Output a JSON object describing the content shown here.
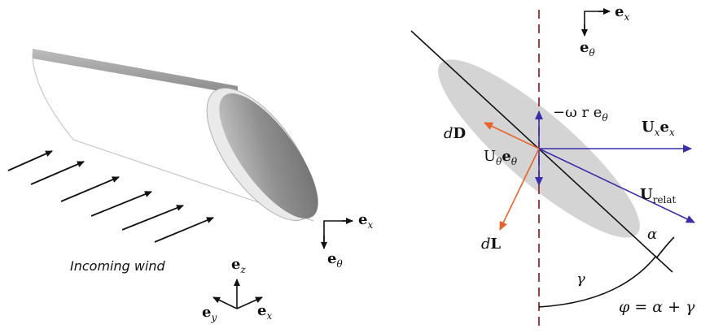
{
  "left_panel": {
    "caption": "Incoming wind",
    "blade_axes": {
      "ex": "e",
      "ex_sub": "x",
      "etheta": "e",
      "etheta_sub": "θ"
    },
    "global_axes": {
      "ez": "e",
      "ez_sub": "z",
      "ey": "e",
      "ey_sub": "y",
      "ex": "e",
      "ex_sub": "x"
    }
  },
  "right_panel": {
    "axes": {
      "ex": "e",
      "ex_sub": "x",
      "etheta": "e",
      "etheta_sub": "θ"
    },
    "labels": {
      "omega_r": "−ω r e",
      "omega_r_sub": "θ",
      "Ux_main": "U",
      "Ux_sub": "x",
      "Ux_e": "e",
      "Ux_e_sub": "x",
      "Utheta_main": "U",
      "Utheta_sub": "θ",
      "Utheta_e": "e",
      "Utheta_e_sub": "θ",
      "U_relat": "U",
      "U_relat_sub": "relat",
      "dD_d": "d",
      "dD_D": "D",
      "dL_d": "d",
      "dL_L": "L",
      "alpha": "α",
      "gamma": "γ",
      "phi_eq": "φ = α + γ"
    },
    "colors": {
      "drag": "#e8622a",
      "lift": "#e8622a",
      "velocity": "#3a2fa8",
      "dashed": "#9b2a2a",
      "chord": "#111111",
      "airfoil": "#d4d4d4"
    }
  }
}
